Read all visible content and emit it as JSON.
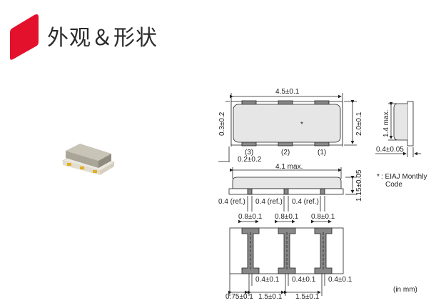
{
  "header": {
    "title": "外观＆形状",
    "logo_color": "#e4112d"
  },
  "product_photo": {
    "alt": "ceramic resonator 3-terminal SMD package"
  },
  "drawing": {
    "top_view": {
      "width_dim": "4.5±0.1",
      "height_dim": "2.0±0.1",
      "edge_offset_dim": "0.3±0.2",
      "side_offset_dim": "0.2±0.2",
      "marking": "*",
      "pins": [
        "(3)",
        "(2)",
        "(1)"
      ]
    },
    "side_view_right": {
      "height_dim": "1.4 max.",
      "thickness_dim": "0.4±0.05"
    },
    "front_view": {
      "width_dim": "4.1 max.",
      "height_dim": "1.15±0.05",
      "ref_dims": [
        "0.4 (ref.)",
        "0.4 (ref.)",
        "0.4 (ref.)"
      ]
    },
    "bottom_view": {
      "pad_widths": [
        "0.8±0.1",
        "0.8±0.1",
        "0.8±0.1"
      ],
      "gap_dims": [
        "0.4±0.1",
        "0.4±0.1",
        "0.4±0.1"
      ],
      "pitch_dims": [
        "0.75±0.1",
        "1.5±0.1",
        "1.5±0.1"
      ]
    },
    "legend": {
      "symbol": "*",
      "line1": ": EIAJ Monthly",
      "line2": "Code"
    },
    "units": "(in mm)"
  }
}
